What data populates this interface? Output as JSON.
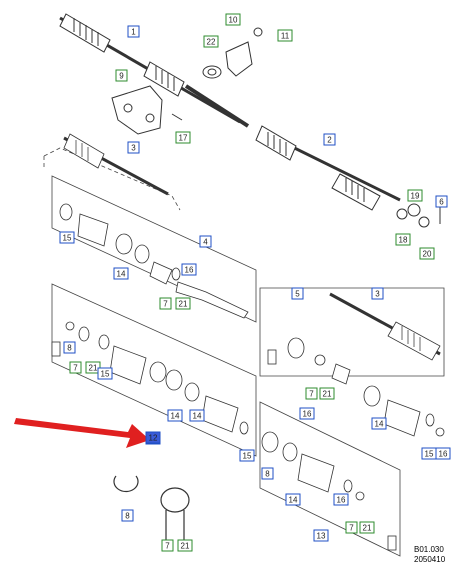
{
  "diagram": {
    "callouts": [
      {
        "id": "c1",
        "label": "1",
        "style": "blue"
      },
      {
        "id": "c10",
        "label": "10",
        "style": "green"
      },
      {
        "id": "c11",
        "label": "11",
        "style": "green"
      },
      {
        "id": "c22",
        "label": "22",
        "style": "green"
      },
      {
        "id": "c9",
        "label": "9",
        "style": "green"
      },
      {
        "id": "c17",
        "label": "17",
        "style": "green"
      },
      {
        "id": "c2",
        "label": "2",
        "style": "blue"
      },
      {
        "id": "c3a",
        "label": "3",
        "style": "blue"
      },
      {
        "id": "c19",
        "label": "19",
        "style": "green"
      },
      {
        "id": "c6",
        "label": "6",
        "style": "blue"
      },
      {
        "id": "c18",
        "label": "18",
        "style": "green"
      },
      {
        "id": "c20",
        "label": "20",
        "style": "green"
      },
      {
        "id": "c15a",
        "label": "15",
        "style": "blue"
      },
      {
        "id": "c4",
        "label": "4",
        "style": "blue"
      },
      {
        "id": "c14a",
        "label": "14",
        "style": "blue"
      },
      {
        "id": "c16a",
        "label": "16",
        "style": "blue"
      },
      {
        "id": "c7a",
        "label": "7",
        "style": "green"
      },
      {
        "id": "c21a",
        "label": "21",
        "style": "green"
      },
      {
        "id": "c5",
        "label": "5",
        "style": "blue"
      },
      {
        "id": "c3b",
        "label": "3",
        "style": "blue"
      },
      {
        "id": "c8a",
        "label": "8",
        "style": "blue"
      },
      {
        "id": "c7b",
        "label": "7",
        "style": "green"
      },
      {
        "id": "c21b",
        "label": "21",
        "style": "green"
      },
      {
        "id": "c15b",
        "label": "15",
        "style": "blue"
      },
      {
        "id": "c7c",
        "label": "7",
        "style": "green"
      },
      {
        "id": "c21c",
        "label": "21",
        "style": "green"
      },
      {
        "id": "c14b",
        "label": "14",
        "style": "blue"
      },
      {
        "id": "c14c",
        "label": "14",
        "style": "blue"
      },
      {
        "id": "c16b",
        "label": "16",
        "style": "blue"
      },
      {
        "id": "c14d",
        "label": "14",
        "style": "blue"
      },
      {
        "id": "c15c",
        "label": "15",
        "style": "blue"
      },
      {
        "id": "c16c",
        "label": "16",
        "style": "blue"
      },
      {
        "id": "c15d",
        "label": "15",
        "style": "blue"
      },
      {
        "id": "c8b",
        "label": "8",
        "style": "blue"
      },
      {
        "id": "c12",
        "label": "12",
        "style": "blue"
      },
      {
        "id": "c14e",
        "label": "14",
        "style": "blue"
      },
      {
        "id": "c16d",
        "label": "16",
        "style": "blue"
      },
      {
        "id": "c7d",
        "label": "7",
        "style": "green"
      },
      {
        "id": "c21d",
        "label": "21",
        "style": "green"
      },
      {
        "id": "c13",
        "label": "13",
        "style": "blue"
      },
      {
        "id": "c8c",
        "label": "8",
        "style": "blue"
      },
      {
        "id": "c7e",
        "label": "7",
        "style": "green"
      },
      {
        "id": "c21e",
        "label": "21",
        "style": "green"
      }
    ],
    "reference_code": "B01.030",
    "reference_date": "2050410",
    "colors": {
      "blue_callout": "#1f4fc4",
      "green_callout": "#2e8b2e",
      "highlight_fill": "#3a5bd8",
      "arrow": "#e02020",
      "line": "#333333"
    }
  }
}
